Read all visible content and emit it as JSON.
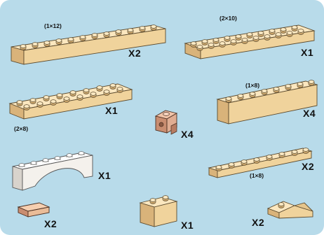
{
  "parts": [
    {
      "id": "brick-1x12",
      "size_label": "(1×12)",
      "qty": "X2",
      "color": "#f3d9a4"
    },
    {
      "id": "plate-2x10",
      "size_label": "(2×10)",
      "qty": "X1",
      "color": "#f3d9a4"
    },
    {
      "id": "plate-2x8",
      "size_label": "(2×8)",
      "qty": "X1",
      "color": "#f3d9a4"
    },
    {
      "id": "brick-1x8",
      "size_label": "(1×8)",
      "qty": "X4",
      "color": "#f3d9a4"
    },
    {
      "id": "bracket-1x1",
      "qty": "X4",
      "color": "#e0ad92"
    },
    {
      "id": "arch-1x6",
      "qty": "X1",
      "color": "#f4f1ec"
    },
    {
      "id": "plate-1x8",
      "size_label": "(1×8)",
      "qty": "X2",
      "color": "#f3d9a4"
    },
    {
      "id": "tile-1x2",
      "qty": "X2",
      "color": "#eabc98"
    },
    {
      "id": "brick-1x2",
      "qty": "X1",
      "color": "#f3d9a4"
    },
    {
      "id": "slope-1x2",
      "qty": "X2",
      "color": "#f3d9a4"
    }
  ]
}
